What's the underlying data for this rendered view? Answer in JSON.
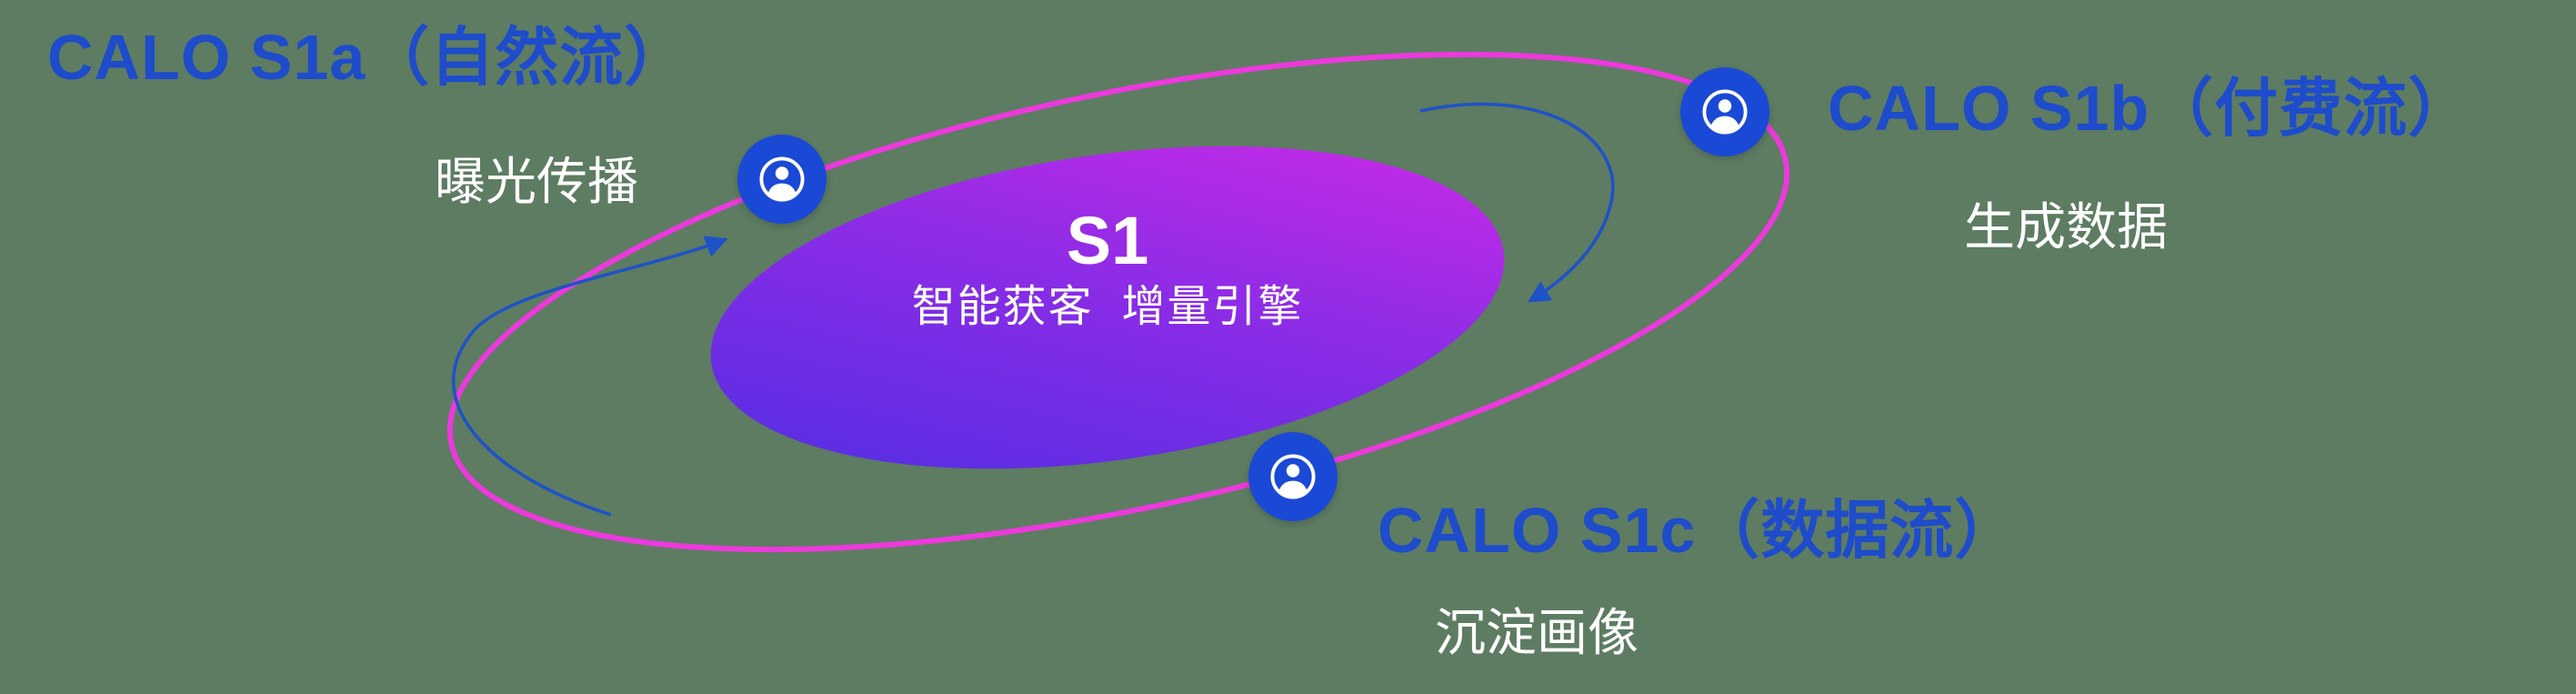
{
  "diagram": {
    "background_color": "#5d7c62",
    "center": {
      "title": "S1",
      "subtitle": "智能获客  增量引擎"
    },
    "nodes": [
      {
        "title": "CALO S1a（自然流）",
        "subtitle": "曝光传播",
        "icon": "user-icon"
      },
      {
        "title": "CALO S1b（付费流）",
        "subtitle": "生成数据",
        "icon": "user-icon"
      },
      {
        "title": "CALO S1c（数据流）",
        "subtitle": "沉淀画像",
        "icon": "user-icon"
      }
    ],
    "colors": {
      "label_blue": "#1e4ccb",
      "node_blue": "#1a49d6",
      "orbit_ring_magenta": "#ec39dc",
      "core_gradient_start": "#4c2ee2",
      "core_gradient_end": "#d42ae8",
      "arrow_blue": "#1e52c8",
      "subtitle_white": "#ffffff"
    }
  }
}
